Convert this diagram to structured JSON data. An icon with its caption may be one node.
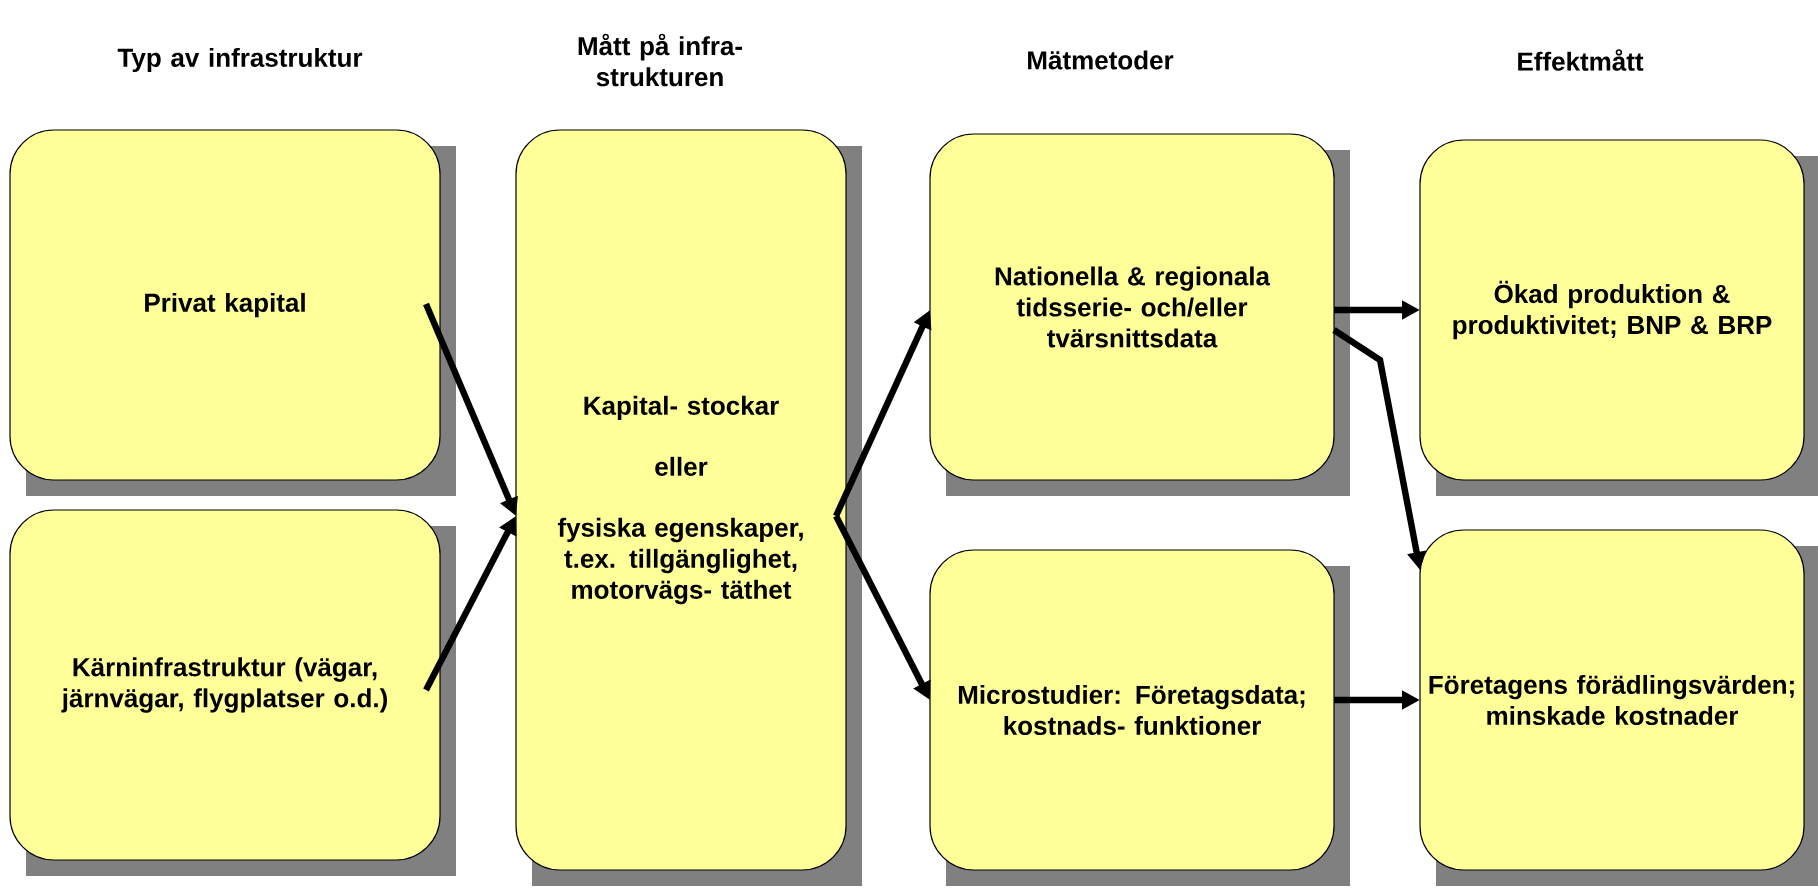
{
  "diagram": {
    "nodes": [
      {
        "text": [
          "Privat kapital"
        ]
      },
      {
        "text": [
          "Kärninfrastruktur (vägar, järnvägar, flygplatser o.d.)"
        ]
      },
      {
        "text": [
          "Kapital- stockar",
          "eller",
          "fysiska egenskaper, t.ex. tillgänglighet, motorvägs- täthet"
        ]
      },
      {
        "text": [
          "Nationella & regionala tidsserie- och/eller tvärsnittsdata"
        ]
      },
      {
        "text": [
          "Microstudier: Företagsdata; kostnads- funktioner"
        ]
      },
      {
        "text": [
          "Ökad produktion & produktivitet; BNP & BRP"
        ]
      },
      {
        "text": [
          "Företagens förädlingsvärden; minskade kostnader"
        ]
      }
    ],
    "edges": [
      {
        "from": 0,
        "to": 2,
        "arrow": "to"
      },
      {
        "from": 1,
        "to": 2,
        "arrow": "to"
      },
      {
        "from": 2,
        "to": 3,
        "arrow": "to"
      },
      {
        "from": 2,
        "to": 4,
        "arrow": "to"
      },
      {
        "from": 3,
        "to": 5,
        "arrow": "to"
      },
      {
        "from": 3,
        "to": 6,
        "arrow": "to"
      },
      {
        "from": 4,
        "to": 6,
        "arrow": "to"
      }
    ],
    "labels": [
      "Typ av infrastruktur",
      "Mått på infra- strukturen",
      "Mätmetoder",
      "Effektmått"
    ]
  }
}
